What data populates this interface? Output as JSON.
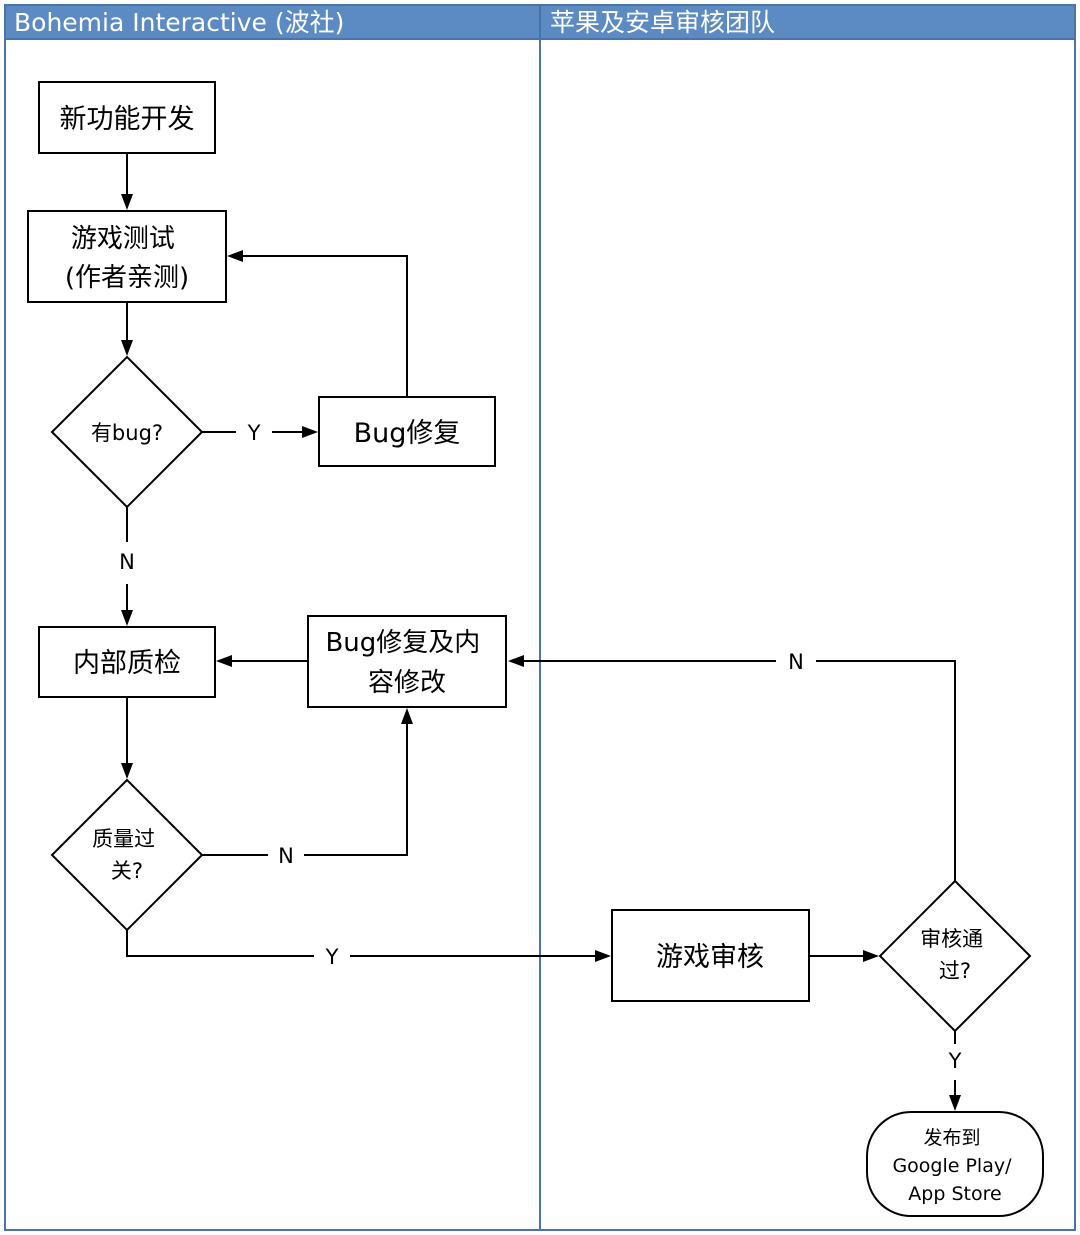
{
  "lanes": [
    {
      "title": "Bohemia Interactive (波社)"
    },
    {
      "title": "苹果及安卓审核团队"
    }
  ],
  "colors": {
    "lane_header": "#5b8bc2",
    "lane_border": "#4a73a8",
    "stroke": "#000000",
    "fill": "#ffffff"
  },
  "nodes": {
    "new_feature": {
      "lines": [
        "新功能开发"
      ]
    },
    "game_test": {
      "lines": [
        "游戏测试",
        "(作者亲测)"
      ]
    },
    "has_bug": {
      "lines": [
        "有bug?"
      ]
    },
    "bug_fix": {
      "lines": [
        "Bug修复"
      ]
    },
    "internal_qa": {
      "lines": [
        "内部质检"
      ]
    },
    "bug_fix_content": {
      "lines": [
        "Bug修复及内",
        "容修改"
      ]
    },
    "quality_pass": {
      "lines": [
        "质量过",
        "关?"
      ]
    },
    "game_review": {
      "lines": [
        "游戏审核"
      ]
    },
    "review_pass": {
      "lines": [
        "审核通",
        "过?"
      ]
    },
    "publish": {
      "lines": [
        "发布到",
        "Google Play/",
        "App Store"
      ]
    }
  },
  "edge_labels": {
    "bug_yes": "Y",
    "bug_no": "N",
    "quality_no": "N",
    "quality_yes": "Y",
    "review_no": "N",
    "review_yes": "Y"
  }
}
